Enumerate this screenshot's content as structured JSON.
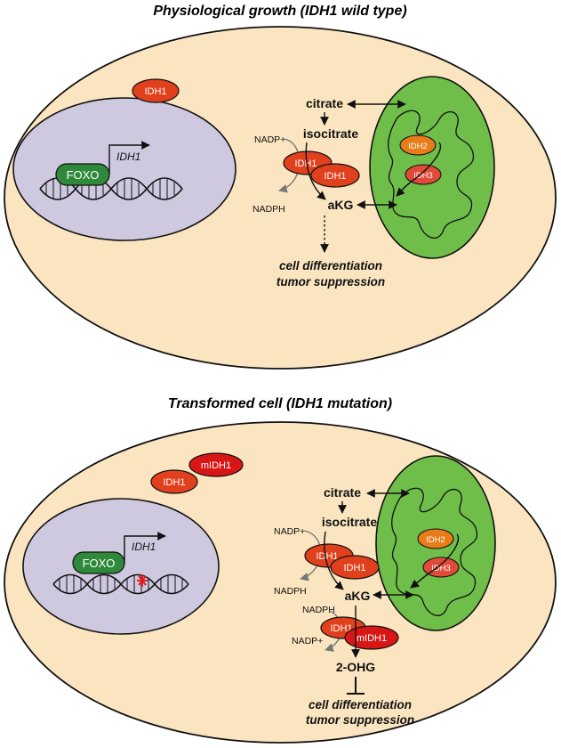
{
  "colors": {
    "cell": "#fbe5c0",
    "nucleus": "#cfc9e0",
    "mitochondrion": "#6fbe4a",
    "foxo": "#2e8a3a",
    "idh1": "#e0401c",
    "mutant": "#d81616",
    "idh2": "#e87c18",
    "idh3": "#e04a38",
    "mutation_mark": "#e02020"
  },
  "top_panel": {
    "title": "Physiological growth (IDH1 wild type)",
    "cytosolic_enzyme": "IDH1",
    "foxo_label": "FOXO",
    "gene_label": "IDH1",
    "citrate": "citrate",
    "isocitrate": "isocitrate",
    "nadp_plus": "NADP+",
    "nadph": "NADPH",
    "akg": "aKG",
    "dimer_front": "IDH1",
    "dimer_back": "IDH1",
    "mito_enzyme_1": "IDH2",
    "mito_enzyme_2": "IDH3",
    "outcome_line1": "cell differentiation",
    "outcome_line2": "tumor suppression"
  },
  "bottom_panel": {
    "title": "Transformed cell (IDH1 mutation)",
    "cytosolic_enzyme_wt": "IDH1",
    "cytosolic_enzyme_mut": "mIDH1",
    "foxo_label": "FOXO",
    "gene_label": "IDH1",
    "citrate": "citrate",
    "isocitrate": "isocitrate",
    "nadp_plus_1": "NADP+",
    "nadph_1": "NADPH",
    "akg": "aKG",
    "dimer1_front": "IDH1",
    "dimer1_back": "IDH1",
    "mito_enzyme_1": "IDH2",
    "mito_enzyme_2": "IDH3",
    "nadph_2": "NADPH",
    "nadp_plus_2": "NADP+",
    "dimer2_wt": "IDH1",
    "dimer2_mut": "mIDH1",
    "two_ohg": "2-OHG",
    "outcome_line1": "cell differentiation",
    "outcome_line2": "tumor suppression"
  }
}
